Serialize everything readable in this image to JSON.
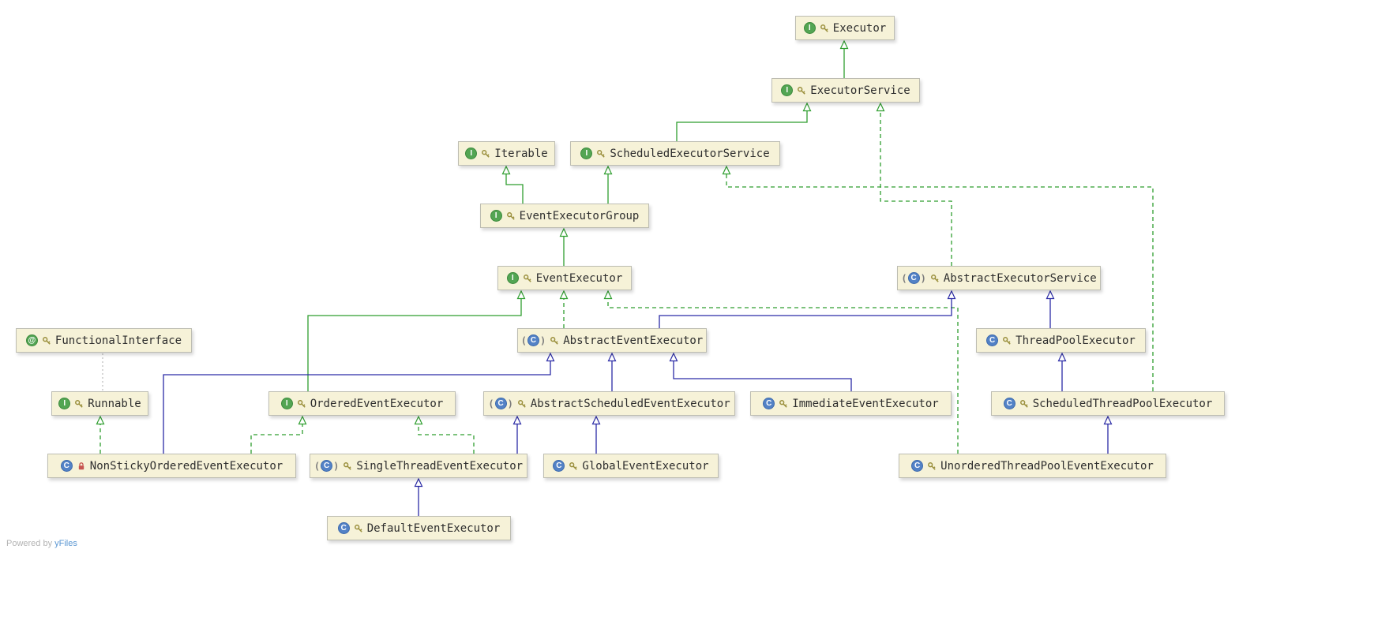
{
  "title": "Java / Netty executor class hierarchy diagram",
  "footer": {
    "text": "Powered by",
    "brand": "yFiles"
  },
  "colors": {
    "node_background": "#f6f2d8",
    "interface_icon": "#53a553",
    "class_icon": "#5382c6",
    "extends_line_green": "#2f9e2f",
    "extends_line_blue": "#2b2ba6",
    "lock_icon_red": "#c75450",
    "key_icon_olive": "#9a8f3c"
  },
  "nodes": {
    "executor": {
      "label": "Executor",
      "icon": "I",
      "kind": "interface",
      "visibility": "public"
    },
    "executorService": {
      "label": "ExecutorService",
      "icon": "I",
      "kind": "interface",
      "visibility": "public"
    },
    "iterable": {
      "label": "Iterable",
      "icon": "I",
      "kind": "interface",
      "visibility": "public"
    },
    "scheduledExecutorService": {
      "label": "ScheduledExecutorService",
      "icon": "I",
      "kind": "interface",
      "visibility": "public"
    },
    "eventExecutorGroup": {
      "label": "EventExecutorGroup",
      "icon": "I",
      "kind": "interface",
      "visibility": "public"
    },
    "eventExecutor": {
      "label": "EventExecutor",
      "icon": "I",
      "kind": "interface",
      "visibility": "public"
    },
    "abstractExecutorService": {
      "label": "AbstractExecutorService",
      "icon": "C",
      "kind": "abstract-class",
      "visibility": "public"
    },
    "functionalInterface": {
      "label": "FunctionalInterface",
      "icon": "@",
      "kind": "annotation",
      "visibility": "public"
    },
    "abstractEventExecutor": {
      "label": "AbstractEventExecutor",
      "icon": "C",
      "kind": "abstract-class",
      "visibility": "public"
    },
    "threadPoolExecutor": {
      "label": "ThreadPoolExecutor",
      "icon": "C",
      "kind": "class",
      "visibility": "public"
    },
    "runnable": {
      "label": "Runnable",
      "icon": "I",
      "kind": "interface",
      "visibility": "public"
    },
    "orderedEventExecutor": {
      "label": "OrderedEventExecutor",
      "icon": "I",
      "kind": "interface",
      "visibility": "public"
    },
    "abstractScheduledEventExecutor": {
      "label": "AbstractScheduledEventExecutor",
      "icon": "C",
      "kind": "abstract-class",
      "visibility": "public"
    },
    "immediateEventExecutor": {
      "label": "ImmediateEventExecutor",
      "icon": "C",
      "kind": "class",
      "visibility": "public"
    },
    "scheduledThreadPoolExecutor": {
      "label": "ScheduledThreadPoolExecutor",
      "icon": "C",
      "kind": "class",
      "visibility": "public"
    },
    "nonStickyOrderedEventExecutor": {
      "label": "NonStickyOrderedEventExecutor",
      "icon": "C",
      "kind": "class",
      "visibility": "package-private"
    },
    "singleThreadEventExecutor": {
      "label": "SingleThreadEventExecutor",
      "icon": "C",
      "kind": "abstract-class",
      "visibility": "public"
    },
    "globalEventExecutor": {
      "label": "GlobalEventExecutor",
      "icon": "C",
      "kind": "class",
      "visibility": "public"
    },
    "unorderedThreadPoolEventExecutor": {
      "label": "UnorderedThreadPoolEventExecutor",
      "icon": "C",
      "kind": "class",
      "visibility": "public"
    },
    "defaultEventExecutor": {
      "label": "DefaultEventExecutor",
      "icon": "C",
      "kind": "class",
      "visibility": "public"
    }
  },
  "edges": [
    {
      "from": "ExecutorService",
      "to": "Executor",
      "relation": "extends"
    },
    {
      "from": "ScheduledExecutorService",
      "to": "ExecutorService",
      "relation": "extends"
    },
    {
      "from": "EventExecutorGroup",
      "to": "Iterable",
      "relation": "extends"
    },
    {
      "from": "EventExecutorGroup",
      "to": "ScheduledExecutorService",
      "relation": "extends"
    },
    {
      "from": "EventExecutor",
      "to": "EventExecutorGroup",
      "relation": "extends"
    },
    {
      "from": "OrderedEventExecutor",
      "to": "EventExecutor",
      "relation": "extends"
    },
    {
      "from": "AbstractEventExecutor",
      "to": "EventExecutor",
      "relation": "implements"
    },
    {
      "from": "AbstractEventExecutor",
      "to": "AbstractExecutorService",
      "relation": "extends"
    },
    {
      "from": "AbstractExecutorService",
      "to": "ExecutorService",
      "relation": "implements"
    },
    {
      "from": "ThreadPoolExecutor",
      "to": "AbstractExecutorService",
      "relation": "extends"
    },
    {
      "from": "ScheduledThreadPoolExecutor",
      "to": "ThreadPoolExecutor",
      "relation": "extends"
    },
    {
      "from": "ScheduledThreadPoolExecutor",
      "to": "ScheduledExecutorService",
      "relation": "implements"
    },
    {
      "from": "AbstractScheduledEventExecutor",
      "to": "AbstractEventExecutor",
      "relation": "extends"
    },
    {
      "from": "ImmediateEventExecutor",
      "to": "AbstractEventExecutor",
      "relation": "extends"
    },
    {
      "from": "NonStickyOrderedEventExecutor",
      "to": "AbstractEventExecutor",
      "relation": "extends"
    },
    {
      "from": "NonStickyOrderedEventExecutor",
      "to": "OrderedEventExecutor",
      "relation": "implements"
    },
    {
      "from": "NonStickyOrderedEventExecutor",
      "to": "Runnable",
      "relation": "implements"
    },
    {
      "from": "SingleThreadEventExecutor",
      "to": "AbstractScheduledEventExecutor",
      "relation": "extends"
    },
    {
      "from": "SingleThreadEventExecutor",
      "to": "OrderedEventExecutor",
      "relation": "implements"
    },
    {
      "from": "GlobalEventExecutor",
      "to": "AbstractScheduledEventExecutor",
      "relation": "extends"
    },
    {
      "from": "UnorderedThreadPoolEventExecutor",
      "to": "ScheduledThreadPoolExecutor",
      "relation": "extends"
    },
    {
      "from": "UnorderedThreadPoolEventExecutor",
      "to": "EventExecutor",
      "relation": "implements"
    },
    {
      "from": "DefaultEventExecutor",
      "to": "SingleThreadEventExecutor",
      "relation": "extends"
    },
    {
      "from": "Runnable",
      "to": "FunctionalInterface",
      "relation": "annotated-with"
    }
  ]
}
